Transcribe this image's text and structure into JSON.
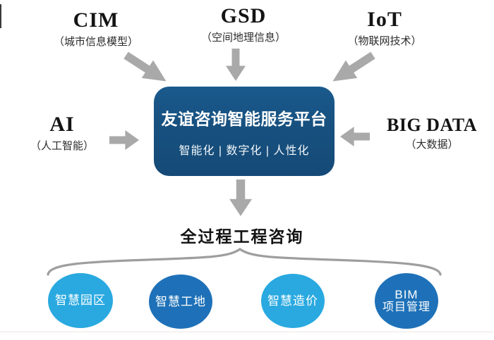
{
  "inputs": {
    "cim": {
      "abbr": "CIM",
      "full": "（城市信息模型）"
    },
    "gsd": {
      "abbr": "GSD",
      "full": "（空间地理信息）"
    },
    "iot": {
      "abbr": "IoT",
      "full": "（物联网技术）"
    },
    "ai": {
      "abbr": "AI",
      "full": "（人工智能）"
    },
    "bigdata": {
      "abbr": "BIG DATA",
      "full": "（大数据）"
    }
  },
  "platform": {
    "title": "友谊咨询智能服务平台",
    "subtitle": "智能化 | 数字化 | 人性化"
  },
  "process": {
    "title": "全过程工程咨询"
  },
  "services": [
    {
      "lines": [
        "智慧园区"
      ],
      "tone": "light"
    },
    {
      "lines": [
        "智慧工地"
      ],
      "tone": "dark"
    },
    {
      "lines": [
        "智慧造价"
      ],
      "tone": "light"
    },
    {
      "lines": [
        "BIM",
        "项目管理"
      ],
      "tone": "dark"
    }
  ],
  "colors": {
    "platform_bg": "#17507f",
    "service_light": "#29a9e0",
    "service_dark": "#1e71b8",
    "arrow_gray": "#a9a9a9",
    "brace_gray": "#9e9e9e",
    "heading_text": "#141414"
  }
}
